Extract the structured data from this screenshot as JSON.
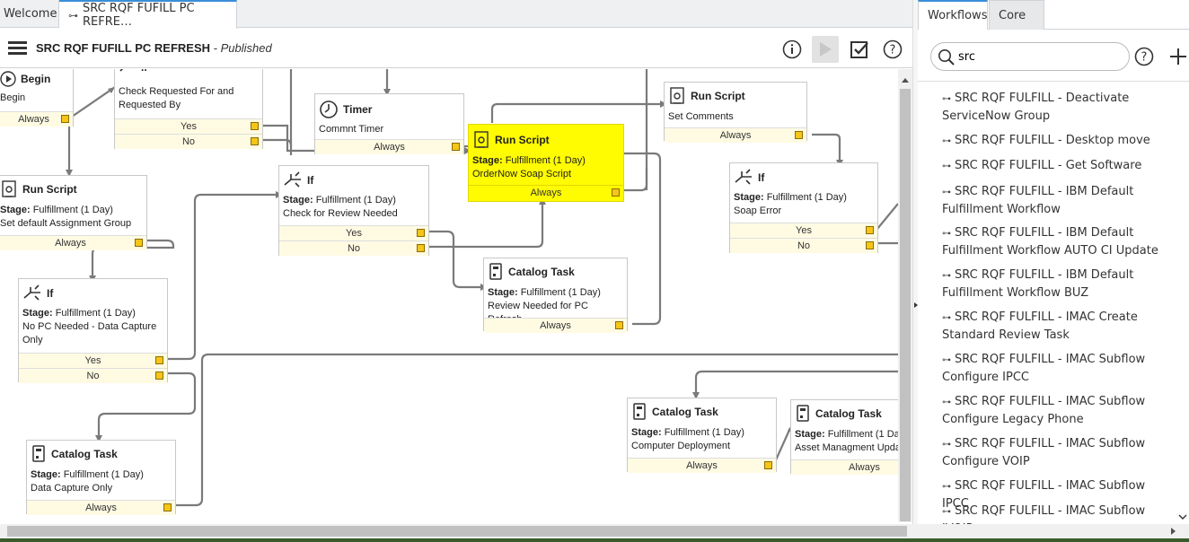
{
  "tabs": [
    {
      "label": "Welcome"
    },
    {
      "label": "SRC RQF FUFILL PC REFRE…"
    }
  ],
  "header": {
    "title": "SRC RQF FUFILL PC REFRESH",
    "status": "- Published"
  },
  "nodes": {
    "begin": {
      "title": "Begin",
      "body": "Begin",
      "outs": [
        "Always"
      ]
    },
    "check_req": {
      "title": "..",
      "body": "Check Requested For and Requested By",
      "outs": [
        "Yes",
        "No"
      ]
    },
    "timer": {
      "title": "Timer",
      "body": "Commnt Timer",
      "outs": [
        "Always"
      ]
    },
    "run_soap": {
      "title": "Run Script",
      "stage_label": "Stage:",
      "stage": "Fulfillment (1 Day)",
      "body": "OrderNow Soap Script",
      "outs": [
        "Always"
      ]
    },
    "set_comments": {
      "title": "Run Script",
      "body": "Set Comments",
      "outs": [
        "Always"
      ]
    },
    "run_assign": {
      "title": "Run Script",
      "stage_label": "Stage:",
      "stage": "Fulfillment (1 Day)",
      "body": "Set default Assignment Group",
      "outs": [
        "Always"
      ]
    },
    "if_review": {
      "title": "If",
      "stage_label": "Stage:",
      "stage": "Fulfillment (1 Day)",
      "body": "Check for Review Needed",
      "outs": [
        "Yes",
        "No"
      ]
    },
    "if_soap": {
      "title": "If",
      "stage_label": "Stage:",
      "stage": "Fulfillment (1 Day)",
      "body": "Soap Error",
      "outs": [
        "Yes",
        "No"
      ]
    },
    "cat_review": {
      "title": "Catalog Task",
      "stage_label": "Stage:",
      "stage": "Fulfillment (1 Day)",
      "body": "Review Needed for PC Refresh",
      "outs": [
        "Always"
      ]
    },
    "if_nopc": {
      "title": "If",
      "stage_label": "Stage:",
      "stage": "Fulfillment (1 Day)",
      "body": "No PC Needed - Data Capture Only",
      "outs": [
        "Yes",
        "No"
      ]
    },
    "cat_data": {
      "title": "Catalog Task",
      "stage_label": "Stage:",
      "stage": "Fulfillment (1 Day)",
      "body": "Data Capture Only",
      "outs": [
        "Always"
      ]
    },
    "cat_comp": {
      "title": "Catalog Task",
      "stage_label": "Stage:",
      "stage": "Fulfillment (1 Day)",
      "body": "Computer Deployment",
      "outs": [
        "Always"
      ]
    },
    "cat_asset": {
      "title": "Catalog Task",
      "stage_label": "Stage:",
      "stage": "Fulfillment (1 Da",
      "body": "Asset Managment Upda",
      "outs": [
        "Always"
      ]
    }
  },
  "right_panel": {
    "tabs": [
      {
        "label": "Workflows"
      },
      {
        "label": "Core"
      }
    ],
    "search": {
      "value": "src",
      "placeholder": ""
    },
    "items": [
      "SRC RQF FULFILL - Deactivate ServiceNow Group",
      "SRC RQF FULFILL - Desktop move",
      "SRC RQF FULFILL - Get Software",
      "SRC RQF FULFILL - IBM Default Fulfillment Workflow",
      "SRC RQF FULFILL - IBM Default Fulfillment Workflow AUTO CI Update",
      "SRC RQF FULFILL - IBM Default Fulfillment Workflow BUZ",
      "SRC RQF FULFILL - IMAC Create Standard Review Task",
      "SRC RQF FULFILL - IMAC Subflow Configure IPCC",
      "SRC RQF FULFILL - IMAC Subflow Configure Legacy Phone",
      "SRC RQF FULFILL - IMAC Subflow Configure VOIP",
      "SRC RQF FULFILL - IMAC Subflow IPCC",
      "SRC RQF FULFILL - IMAC Subflow IVOIP"
    ]
  },
  "colors": {
    "highlight": "#fffb00",
    "port": "#f5c518",
    "accent": "#3b8fd9",
    "link": "#7a7a7a"
  },
  "icons": [
    "menu-icon",
    "info-icon",
    "play-icon",
    "checkbox-icon",
    "help-icon",
    "search-icon",
    "add-icon",
    "workflow-icon",
    "timer-icon",
    "script-icon",
    "if-icon",
    "catalog-task-icon"
  ]
}
